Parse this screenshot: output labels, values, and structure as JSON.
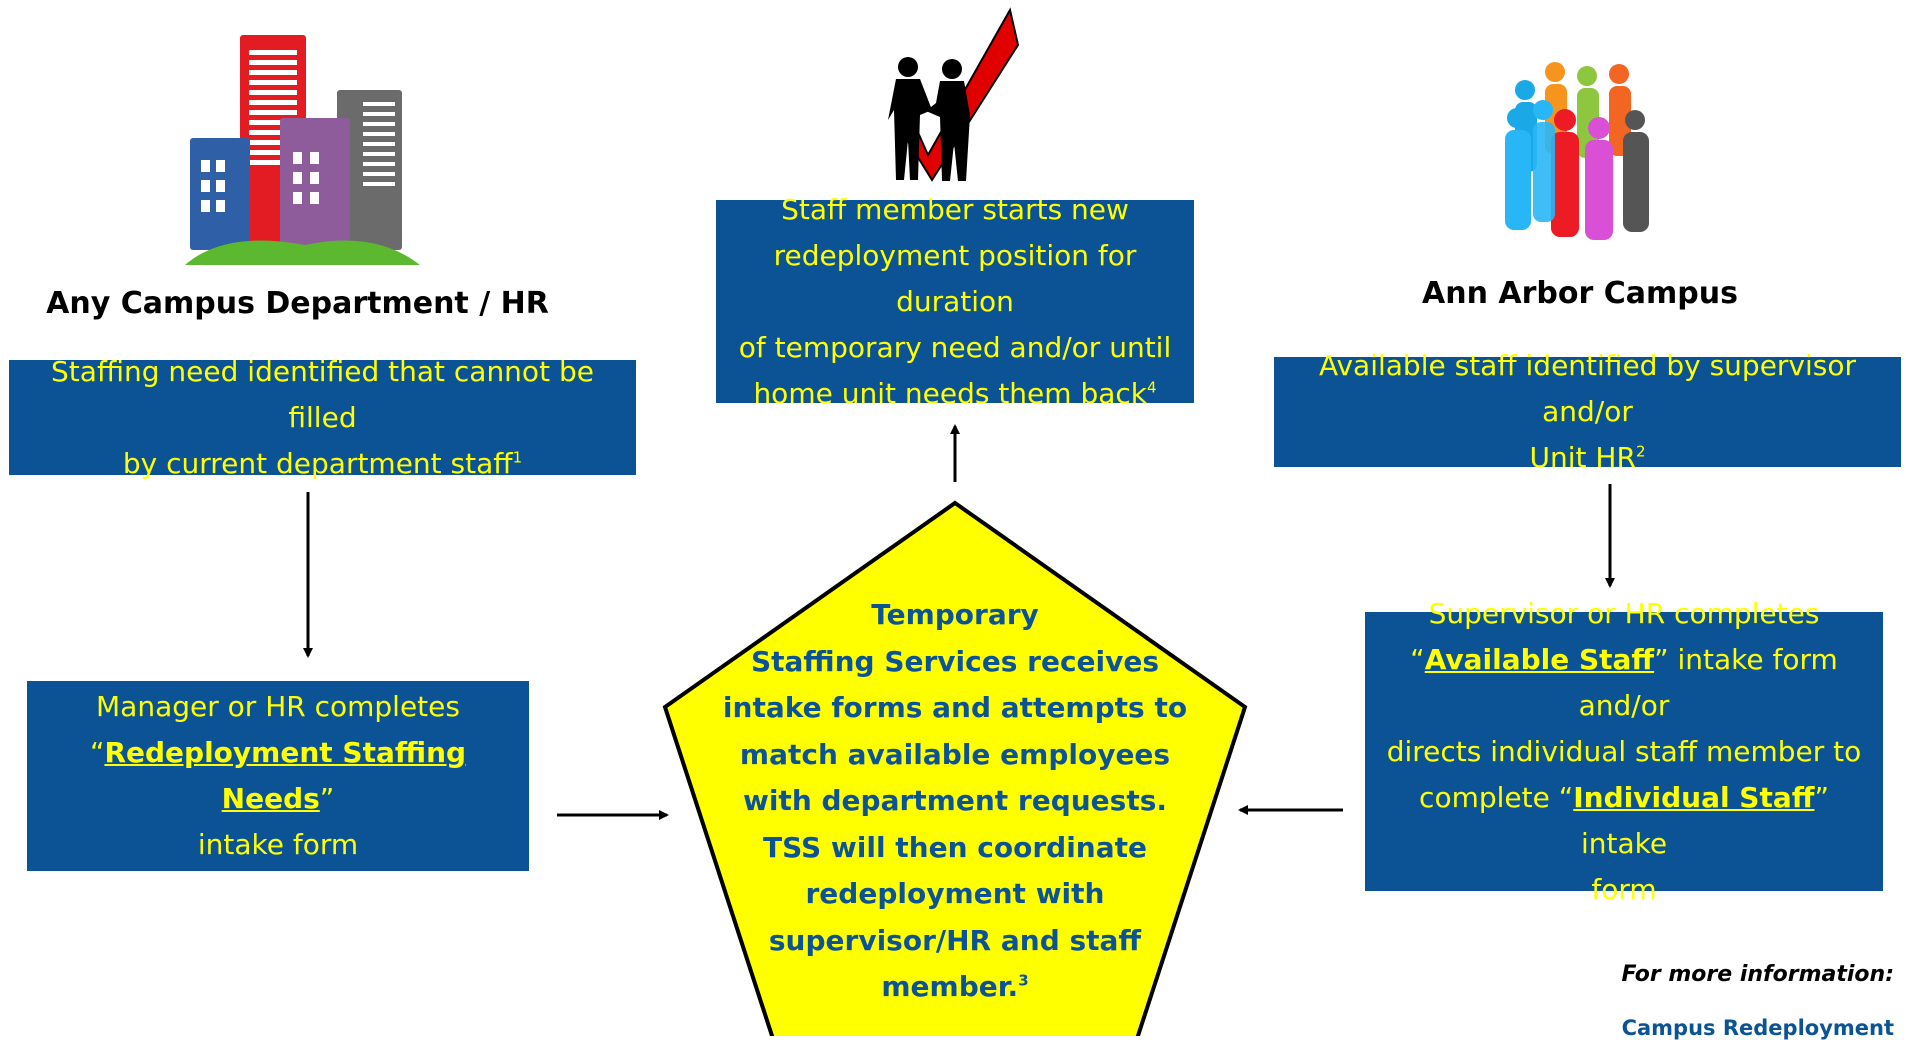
{
  "left": {
    "heading": "Any Campus Department / HR",
    "box1": {
      "line1": "Staffing need identified that cannot be filled",
      "line2": "by current department staff",
      "sup": "1"
    },
    "box2": {
      "line1": "Manager or HR completes",
      "quote_open": "“",
      "link": "Redeployment Staffing Needs",
      "quote_close": "”",
      "line3": "intake form"
    }
  },
  "top": {
    "box": {
      "line1": "Staff member starts new",
      "line2": "redeployment position for duration",
      "line3": "of temporary need and/or until",
      "line4": "home unit needs them back",
      "sup": "4"
    }
  },
  "right": {
    "heading": "Ann Arbor Campus",
    "box1": {
      "line1": "Available staff identified by supervisor and/or",
      "line2": "Unit HR",
      "sup": "2"
    },
    "box2": {
      "line1": "Supervisor or HR completes",
      "quote_open": "“",
      "link1": "Available Staff",
      "mid1": "” intake form and/or",
      "line3": "directs individual staff member to",
      "pre2": "complete “",
      "link2": "Individual Staff",
      "mid2": "” intake",
      "line5": "form"
    }
  },
  "center": {
    "lines": [
      "Temporary",
      "Staffing Services receives",
      "intake forms and attempts to",
      "match available employees",
      "with department requests.",
      "TSS will then coordinate",
      "redeployment with",
      "supervisor/HR and staff",
      "member."
    ],
    "sup": "3"
  },
  "info": {
    "label": "For more information:",
    "link": "Campus Redeployment"
  },
  "icons": [
    "buildings-icon",
    "handshake-checkmark-icon",
    "people-group-icon"
  ],
  "colors": {
    "box_bg": "#0b5394",
    "box_text": "#ffff00",
    "pentagon_fill": "#ffff00",
    "pentagon_text": "#0b5394"
  }
}
